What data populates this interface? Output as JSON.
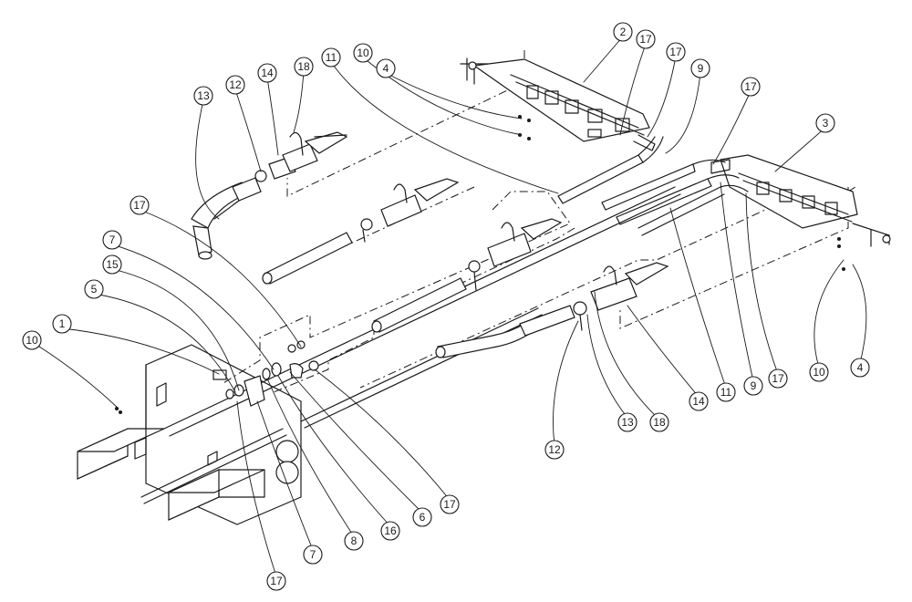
{
  "callouts": [
    {
      "id": "callout-1",
      "label": "1"
    },
    {
      "id": "callout-2",
      "label": "2"
    },
    {
      "id": "callout-3",
      "label": "3"
    },
    {
      "id": "callout-4-top",
      "label": "4"
    },
    {
      "id": "callout-4-right",
      "label": "4"
    },
    {
      "id": "callout-5",
      "label": "5"
    },
    {
      "id": "callout-6",
      "label": "6"
    },
    {
      "id": "callout-7-upper",
      "label": "7"
    },
    {
      "id": "callout-7-lower",
      "label": "7"
    },
    {
      "id": "callout-8",
      "label": "8"
    },
    {
      "id": "callout-9-top",
      "label": "9"
    },
    {
      "id": "callout-9-right",
      "label": "9"
    },
    {
      "id": "callout-10-left",
      "label": "10"
    },
    {
      "id": "callout-10-top",
      "label": "10"
    },
    {
      "id": "callout-10-right",
      "label": "10"
    },
    {
      "id": "callout-11-top",
      "label": "11"
    },
    {
      "id": "callout-11-right",
      "label": "11"
    },
    {
      "id": "callout-12-upper",
      "label": "12"
    },
    {
      "id": "callout-12-lower",
      "label": "12"
    },
    {
      "id": "callout-13-upper",
      "label": "13"
    },
    {
      "id": "callout-13-lower",
      "label": "13"
    },
    {
      "id": "callout-14-upper",
      "label": "14"
    },
    {
      "id": "callout-14-lower",
      "label": "14"
    },
    {
      "id": "callout-15",
      "label": "15"
    },
    {
      "id": "callout-16",
      "label": "16"
    },
    {
      "id": "callout-17-a",
      "label": "17"
    },
    {
      "id": "callout-17-b",
      "label": "17"
    },
    {
      "id": "callout-17-c",
      "label": "17"
    },
    {
      "id": "callout-17-d",
      "label": "17"
    },
    {
      "id": "callout-17-e",
      "label": "17"
    },
    {
      "id": "callout-17-f",
      "label": "17"
    },
    {
      "id": "callout-17-g",
      "label": "17"
    },
    {
      "id": "callout-18-upper",
      "label": "18"
    },
    {
      "id": "callout-18-lower",
      "label": "18"
    }
  ]
}
